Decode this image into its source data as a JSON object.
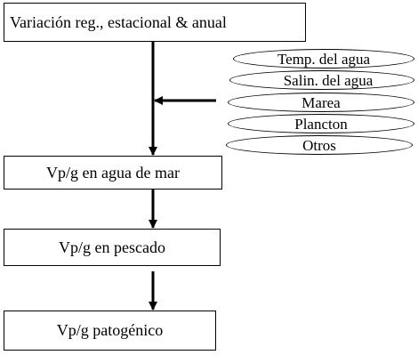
{
  "nodes": {
    "top": "Variación reg., estacional & anual",
    "seawater": "Vp/g en agua de mar",
    "fish": "Vp/g en pescado",
    "pathogenic": "Vp/g patogénico"
  },
  "factors": [
    "Temp. del agua",
    "Salin. del agua",
    "Marea",
    "Plancton",
    "Otros"
  ],
  "colors": {
    "stroke": "#000000",
    "background": "#ffffff"
  }
}
